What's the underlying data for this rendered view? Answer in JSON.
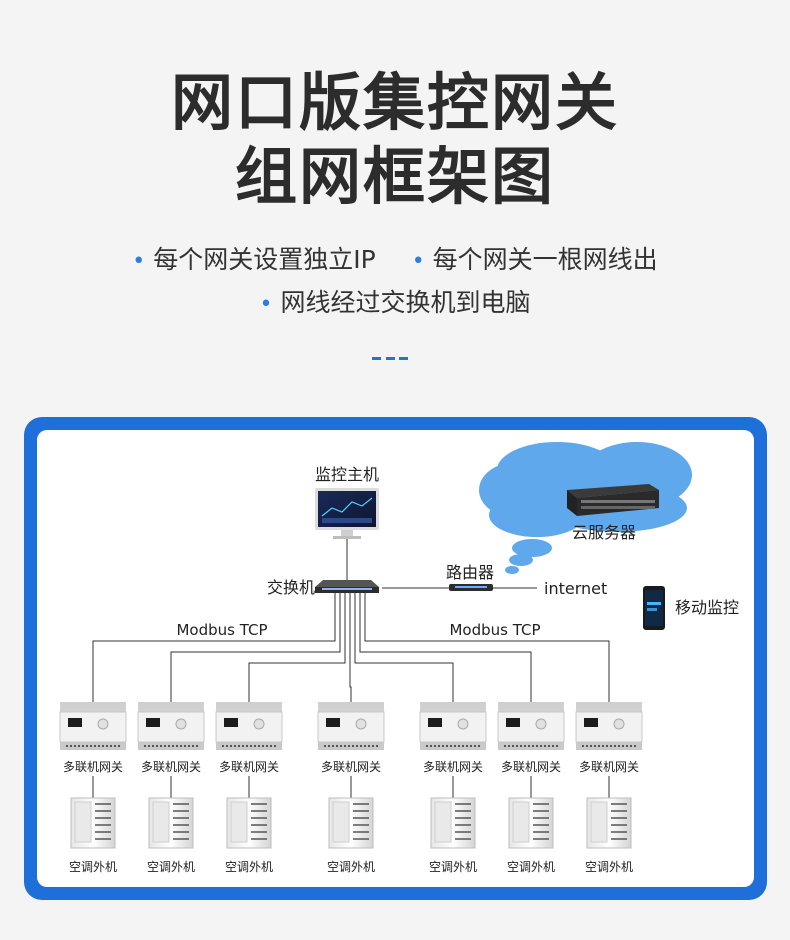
{
  "header": {
    "title_line1": "网口版集控网关",
    "title_line2": "组网框架图",
    "bullets": [
      "每个网关设置独立IP",
      "每个网关一根网线出",
      "网线经过交换机到电脑"
    ]
  },
  "diagram": {
    "monitor_label": "监控主机",
    "cloud_label": "云服务器",
    "router_label": "路由器",
    "internet_label": "internet",
    "switch_label": "交换机",
    "mobile_label": "移动监控",
    "modbus_left": "Modbus TCP",
    "modbus_right": "Modbus TCP",
    "gateway_label": "多联机网关",
    "outdoor_label": "空调外机",
    "gateway_count": 7
  },
  "colors": {
    "accent": "#1e6fd9",
    "cloud": "#5fa8ec",
    "line": "#333333"
  }
}
